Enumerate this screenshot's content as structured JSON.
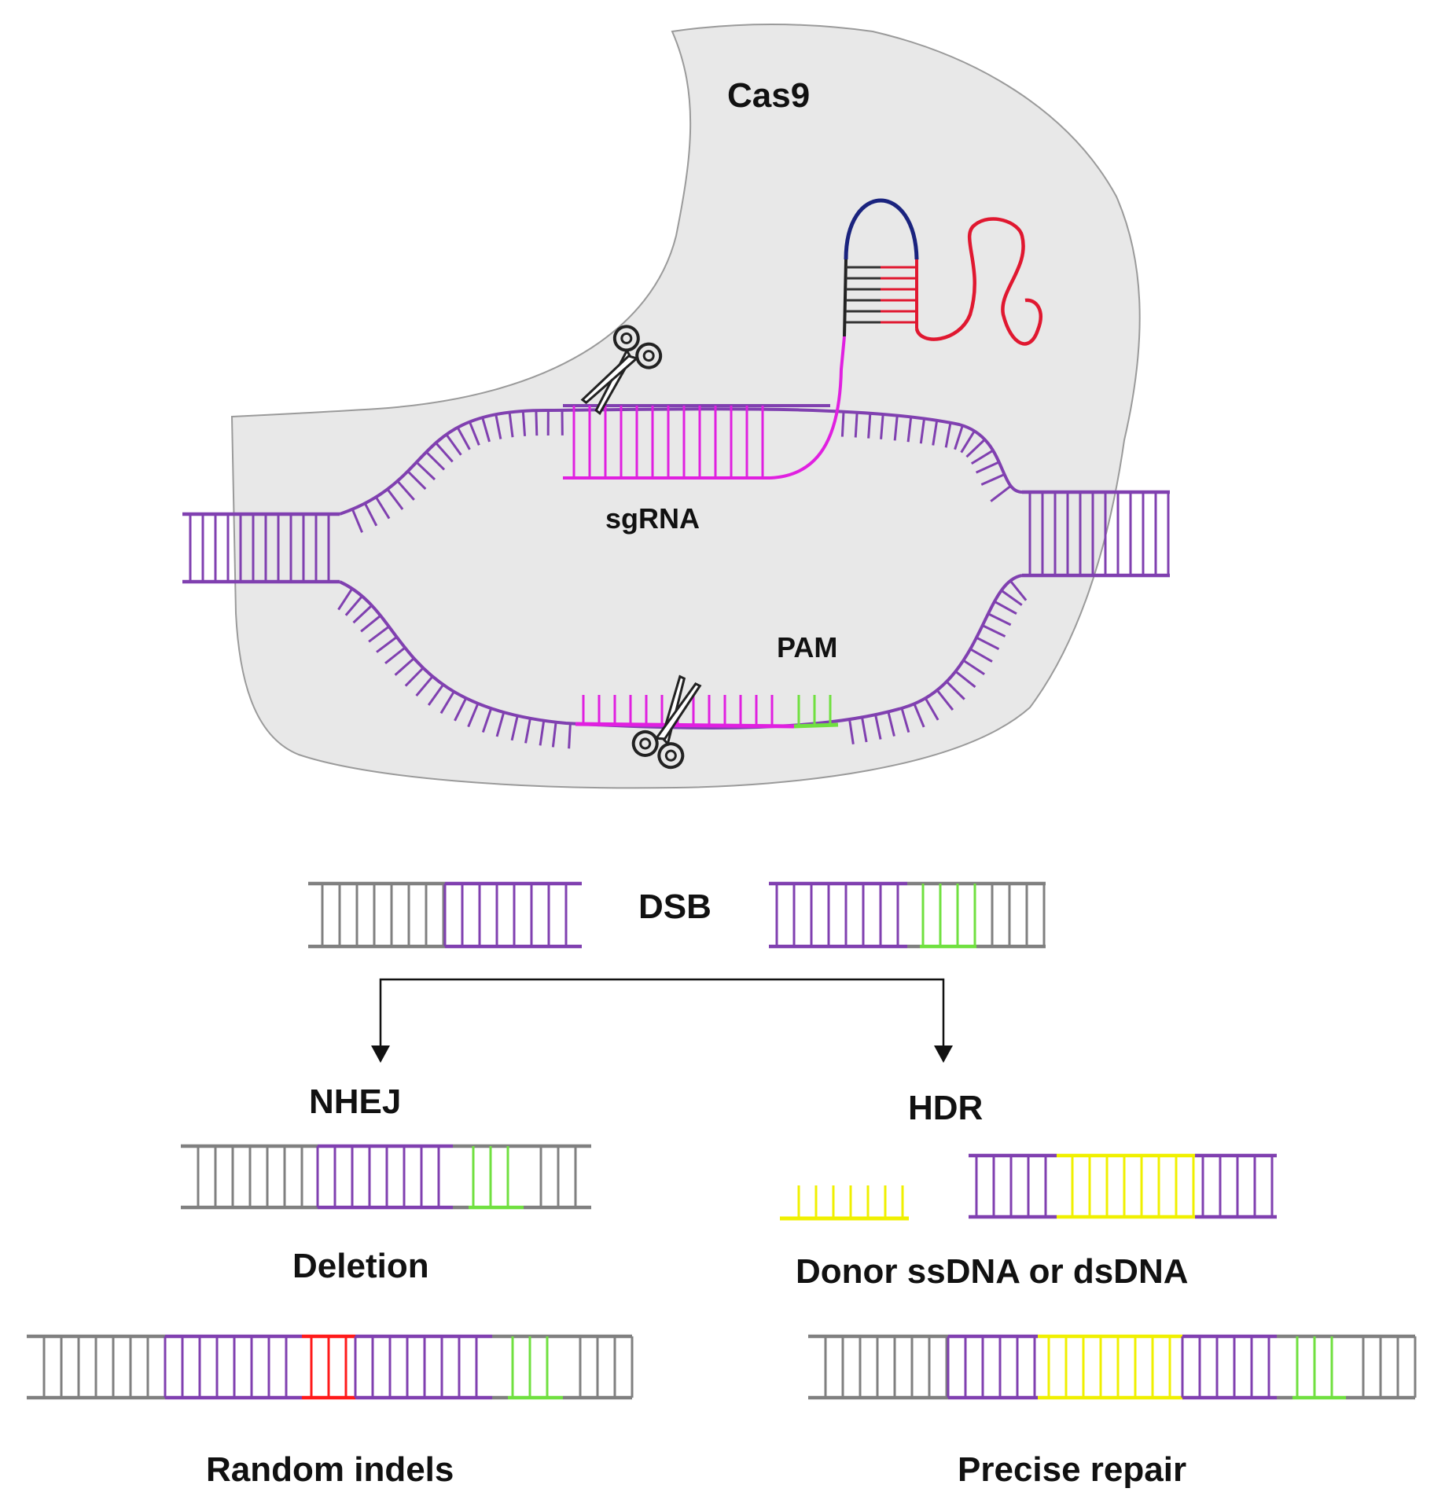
{
  "labels": {
    "cas9": "Cas9",
    "sgrna": "sgRNA",
    "pam": "PAM",
    "dsb": "DSB",
    "nhej": "NHEJ",
    "hdr": "HDR",
    "deletion": "Deletion",
    "donor": "Donor ssDNA or dsDNA",
    "random_indels": "Random indels",
    "precise_repair": "Precise repair"
  },
  "colors": {
    "cas9_fill": "#e8e8e8",
    "cas9_stroke": "#9a9a9a",
    "dna": "#8040b0",
    "dna_gray": "#808080",
    "sgrna": "#e020e0",
    "pam": "#70e040",
    "rna_tail": "#e01830",
    "loop": "#1a237e",
    "donor": "#f0f000",
    "indel": "#ff1a1a"
  },
  "icons": {
    "scissors_top": "scissors-icon",
    "scissors_bottom": "scissors-icon"
  }
}
